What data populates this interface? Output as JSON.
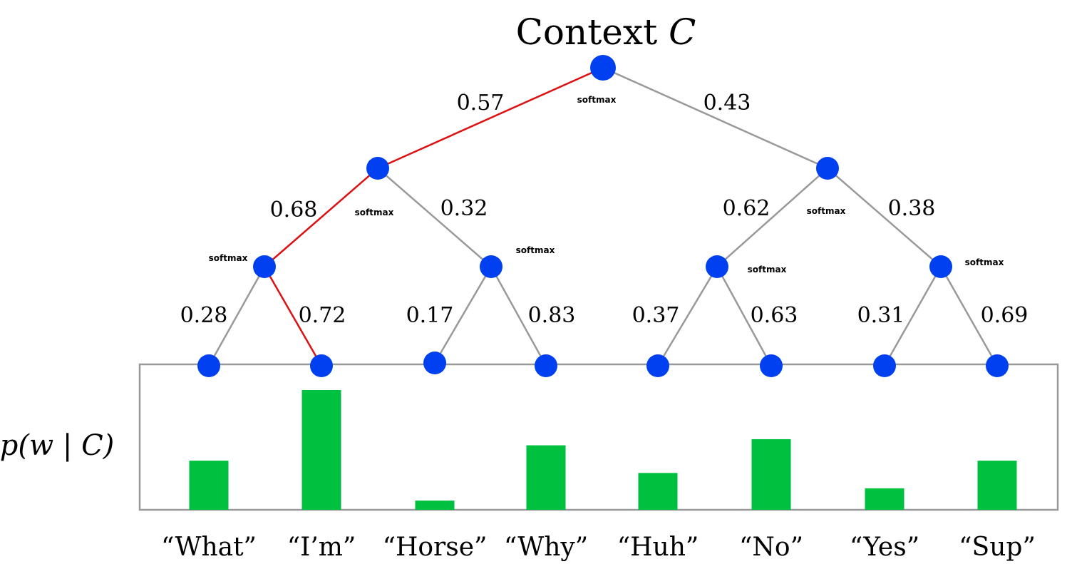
{
  "title": {
    "text": "Context ",
    "var": "C"
  },
  "ylabel": "p(w | C)",
  "softmax_label": "softmax",
  "colors": {
    "node": "#0040f0",
    "edge": "#999999",
    "path": "#dd1111",
    "bar": "#00c040",
    "box": "#999999"
  },
  "tree": {
    "root_split": [
      "0.57",
      "0.43"
    ],
    "level2_splits": [
      [
        "0.68",
        "0.32"
      ],
      [
        "0.62",
        "0.38"
      ]
    ],
    "level3_splits": [
      [
        "0.28",
        "0.72"
      ],
      [
        "0.17",
        "0.83"
      ],
      [
        "0.37",
        "0.63"
      ],
      [
        "0.31",
        "0.69"
      ]
    ],
    "highlighted_path": [
      "root",
      "L",
      "LL",
      "LLR"
    ]
  },
  "chart_data": {
    "type": "bar",
    "categories": [
      "“What”",
      "“I’m”",
      "“Horse”",
      "“Why”",
      "“Huh”",
      "“No”",
      "“Yes”",
      "“Sup”"
    ],
    "values": [
      0.16,
      0.39,
      0.03,
      0.21,
      0.12,
      0.23,
      0.07,
      0.16
    ],
    "ylabel": "p(w | C)"
  }
}
